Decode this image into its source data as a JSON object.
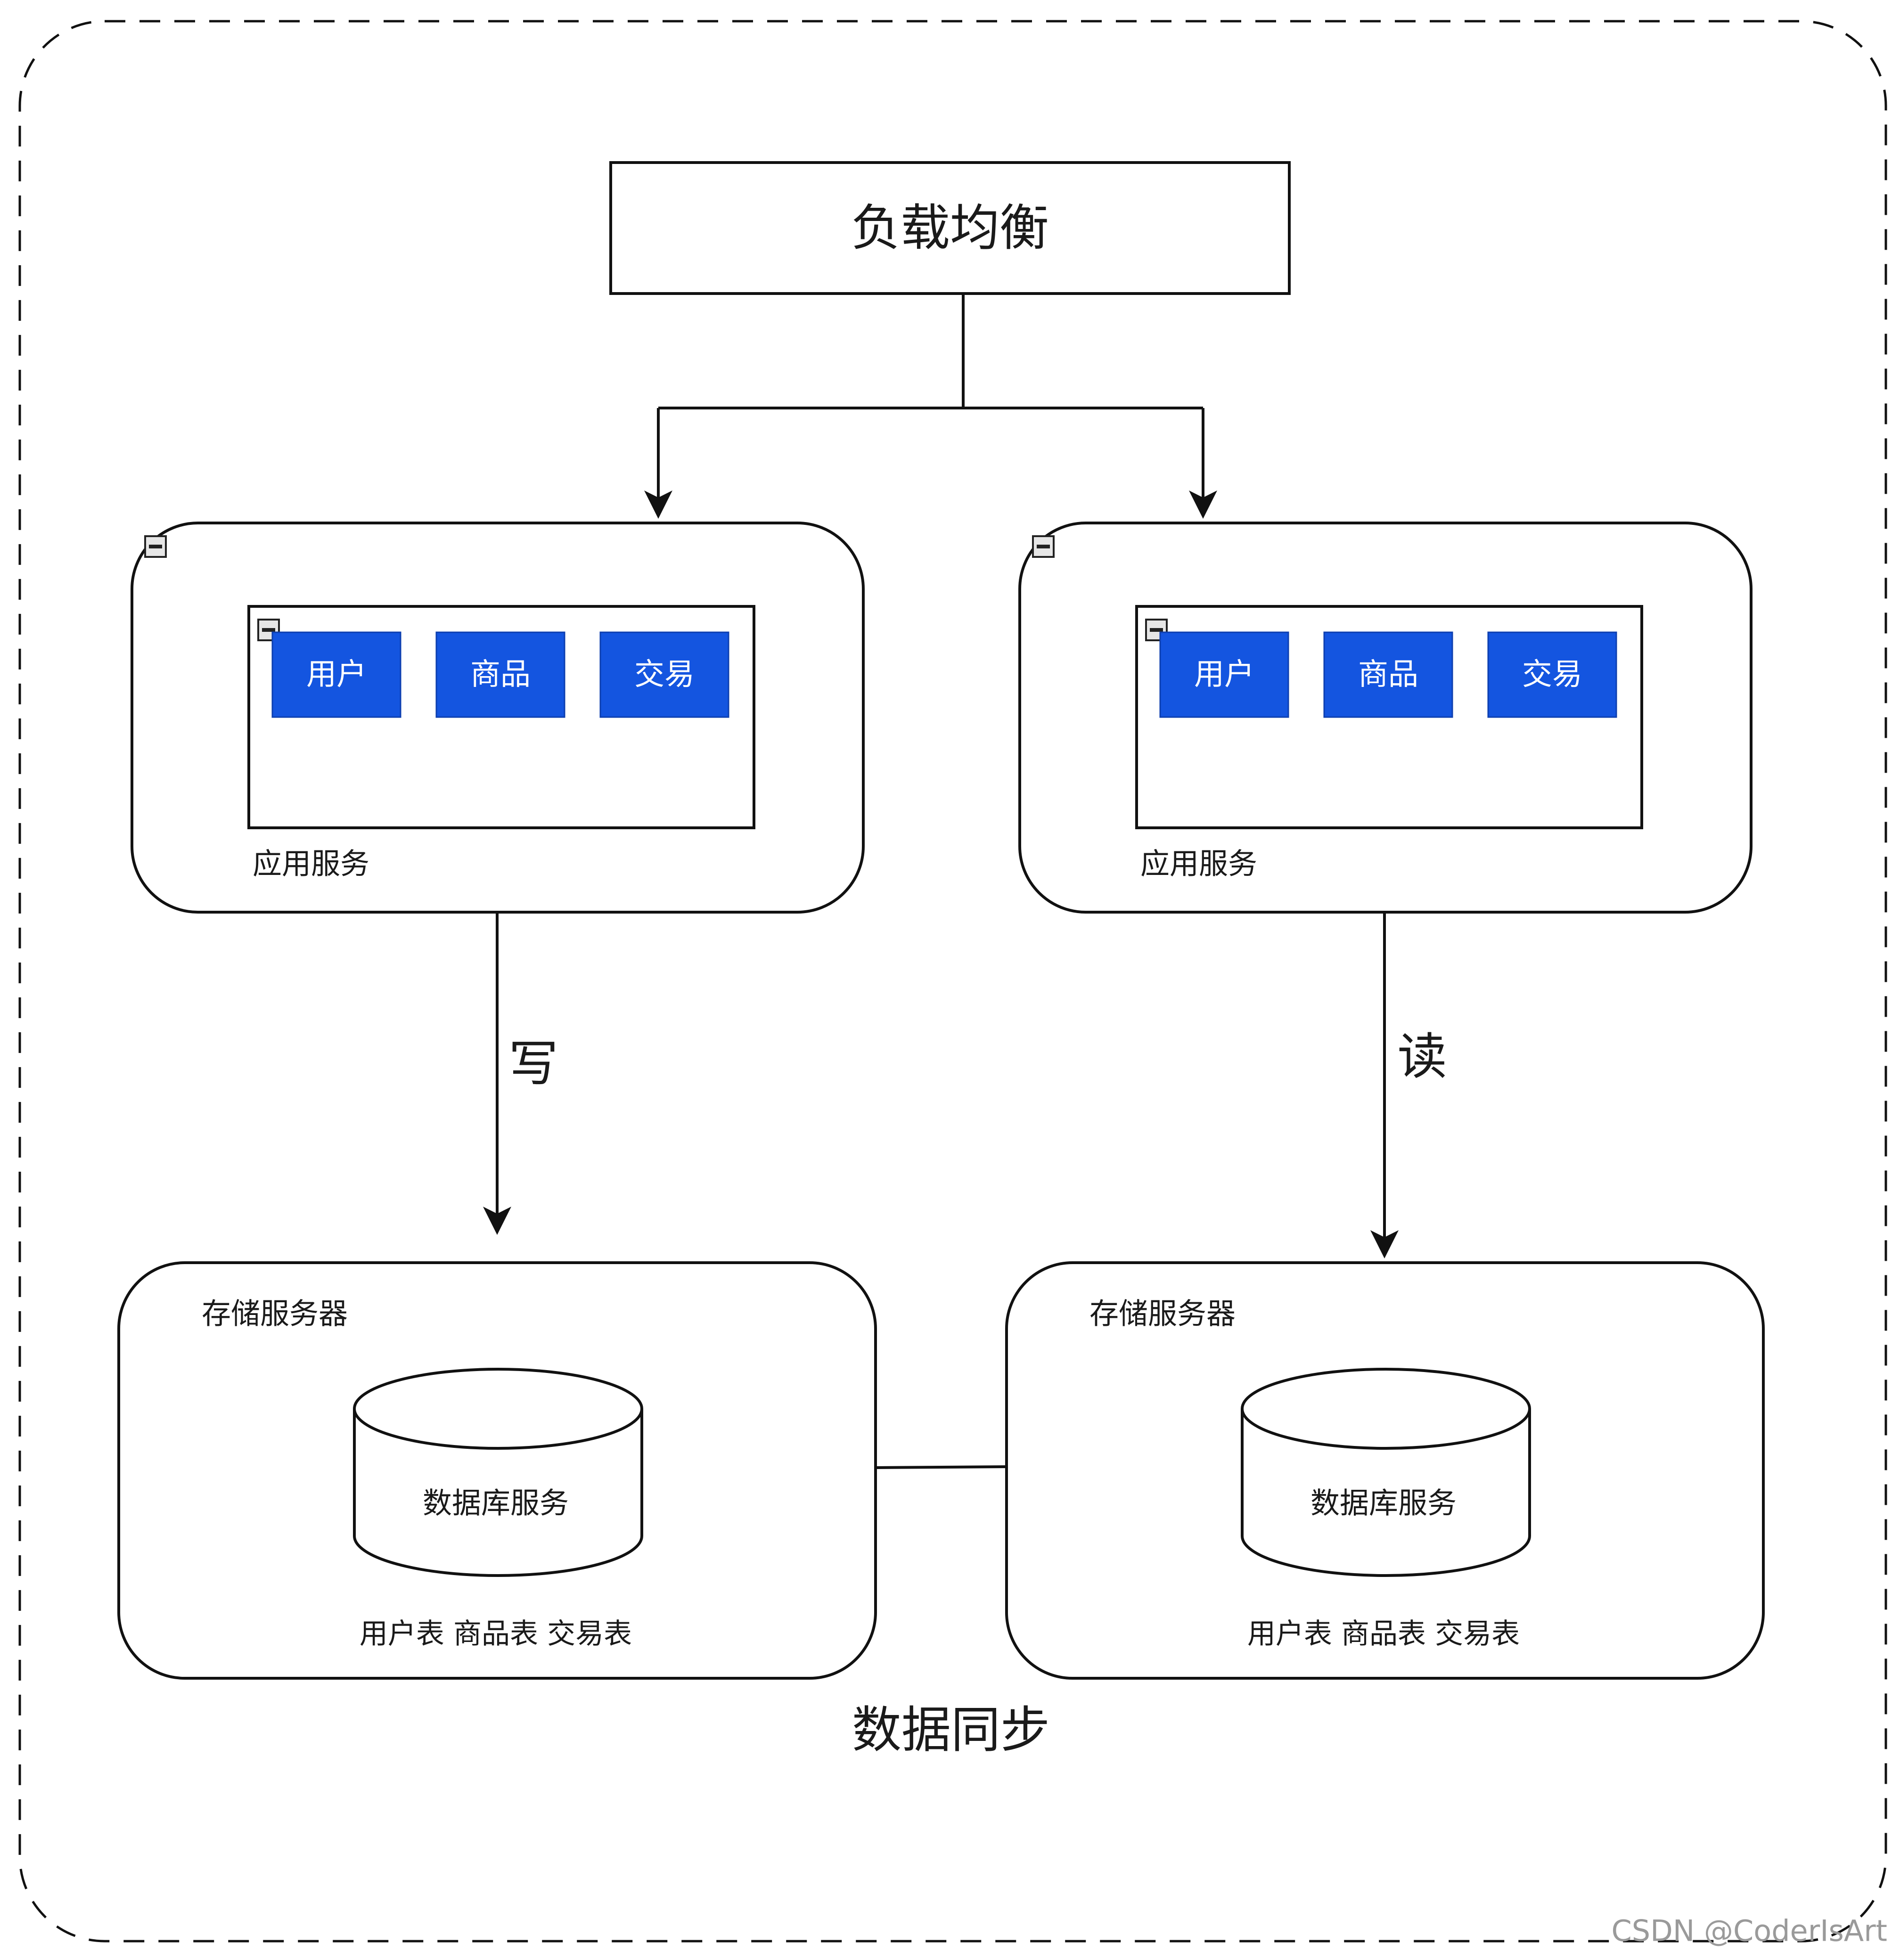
{
  "load_balancer": {
    "label": "负载均衡"
  },
  "app_servers": [
    {
      "modules": [
        {
          "label": "用户"
        },
        {
          "label": "商品"
        },
        {
          "label": "交易"
        }
      ],
      "label": "应用服务"
    },
    {
      "modules": [
        {
          "label": "用户"
        },
        {
          "label": "商品"
        },
        {
          "label": "交易"
        }
      ],
      "label": "应用服务"
    }
  ],
  "edges": {
    "write": "写",
    "read": "读"
  },
  "storage_servers": [
    {
      "label": "存储服务器",
      "database": "数据库服务",
      "tables": "用户表 商品表 交易表"
    },
    {
      "label": "存储服务器",
      "database": "数据库服务",
      "tables": "用户表 商品表 交易表"
    }
  ],
  "sync": {
    "label": "数据同步"
  },
  "watermark": "CSDN @CoderIsArt",
  "colors": {
    "module_fill": "#1455e0",
    "stroke": "#111111",
    "text": "#1a1a1a"
  }
}
